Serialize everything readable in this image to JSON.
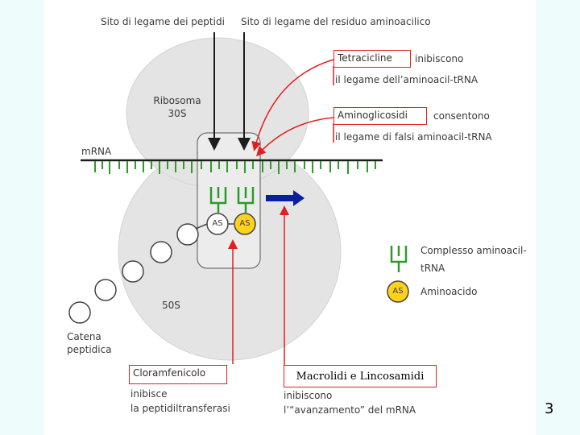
{
  "labels": {
    "peptide_site": "Sito di legame dei peptidi",
    "aminoacyl_site": "Sito di legame del residuo aminoacilico",
    "ribosome_30s_line1": "Ribosoma",
    "ribosome_30s_line2": "30S",
    "mrna": "mRNA",
    "ribosome_50s": "50S",
    "peptide_chain_line1": "Catena",
    "peptide_chain_line2": "peptidica",
    "as": "AS"
  },
  "drugs": {
    "tetracycline": {
      "name": "Tetracicline",
      "verb": "inibiscono",
      "effect": "il legame dell’aminoacil-tRNA"
    },
    "aminoglycosides": {
      "name": "Aminoglicosidi",
      "verb": "consentono",
      "effect": "il legame di falsi aminoacil-tRNA"
    },
    "chloramphenicol": {
      "name": "Cloramfenicolo",
      "verb": "inibisce",
      "effect": "la peptidiltransferasi"
    },
    "macrolides": {
      "name": "Macrolidi e Lincosamidi",
      "verb": "inibiscono",
      "effect": "l’“avanzamento” del mRNA"
    }
  },
  "legend": {
    "complex_line1": "Complesso aminoacil-",
    "complex_line2": "tRNA",
    "aminoacid": "Aminoacido",
    "aminoacid_symbol": "AS"
  },
  "colors": {
    "ribosome_fill": "#e4e4e4",
    "mrna_line": "#1d1d1d",
    "mrna_teeth": "#2e9a2a",
    "trna": "#2e9a2a",
    "aa_yellow": "#ffd21a",
    "arrow_red": "#e02020",
    "arrow_blue": "#0a1fa0"
  },
  "page_number": "3"
}
